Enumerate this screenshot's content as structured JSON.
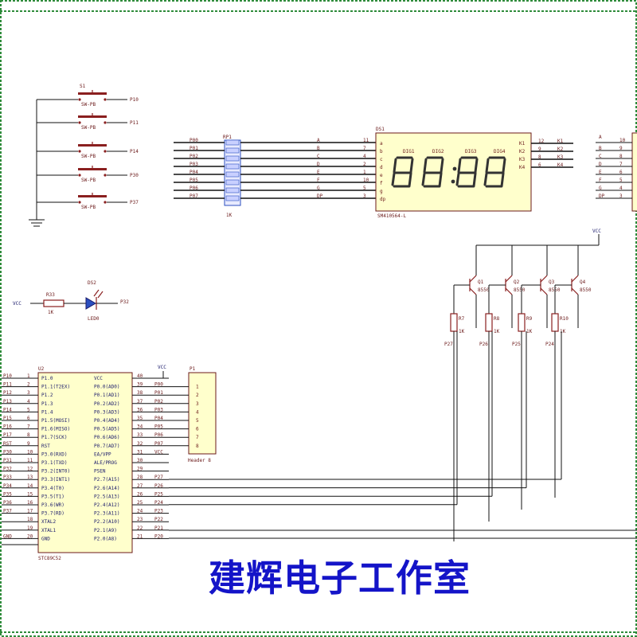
{
  "frame": {
    "border_color": "#2e8b3a",
    "background": "#ffffff"
  },
  "switches": {
    "ref": "S1",
    "pins": [
      "P10",
      "P11",
      "P14",
      "P30",
      "P37"
    ],
    "part": "SW-PB",
    "ground_symbol": "ground-icon"
  },
  "led": {
    "ref": "DS2",
    "part": "LED0",
    "resistor_ref": "R33",
    "resistor_value": "1K",
    "vcc": "VCC",
    "net": "P32"
  },
  "resistor_pack": {
    "ref": "RP1",
    "label_bottom": "1K",
    "left_nets": [
      "P00",
      "P01",
      "P02",
      "P03",
      "P04",
      "P05",
      "P06",
      "P07"
    ],
    "right_labels": [
      "A",
      "B",
      "C",
      "D",
      "E",
      "F",
      "G",
      "DP"
    ],
    "pin_numbers": [
      "11",
      "7",
      "4",
      "2",
      "1",
      "10",
      "5",
      "3"
    ]
  },
  "display": {
    "ref": "DS1",
    "part": "SM410564-L",
    "digits_text": "88:88",
    "dig_labels": [
      "DIG1",
      "DIG2",
      "DIG3",
      "DIG4"
    ],
    "left_pins": [
      "a",
      "b",
      "c",
      "d",
      "e",
      "f",
      "g",
      "dp"
    ],
    "right_pins": [
      "K1",
      "K2",
      "K3",
      "K4"
    ],
    "right_pin_numbers": [
      "12",
      "9",
      "8",
      "6"
    ],
    "right_nets": [
      "K1",
      "K2",
      "K3",
      "K4"
    ],
    "color": "#ffffcc"
  },
  "right_header": {
    "labels": [
      "A",
      "B",
      "C",
      "D",
      "E",
      "F",
      "G",
      "DP"
    ],
    "numbers": [
      "10",
      "9",
      "8",
      "7",
      "6",
      "5",
      "4",
      "3"
    ]
  },
  "transistors": {
    "vcc": "VCC",
    "refs": [
      "Q1",
      "Q2",
      "Q3",
      "Q4"
    ],
    "part": "8550",
    "resistors": [
      "R7",
      "R8",
      "R9",
      "R10"
    ],
    "resistor_value": "1K",
    "nets": [
      "P27",
      "P26",
      "P25",
      "P24"
    ]
  },
  "mcu": {
    "ref": "U2",
    "part": "STC89C52",
    "vcc": "VCC",
    "left_nets": [
      "P10",
      "P11",
      "P12",
      "P13",
      "P14",
      "P15",
      "P16",
      "P17",
      "RST",
      "P30",
      "P31",
      "P32",
      "P33",
      "P34",
      "P35",
      "P36",
      "P37",
      "",
      "",
      "GND"
    ],
    "left_pin_numbers": [
      "1",
      "2",
      "3",
      "4",
      "5",
      "6",
      "7",
      "8",
      "9",
      "10",
      "11",
      "12",
      "13",
      "14",
      "15",
      "16",
      "17",
      "18",
      "19",
      "20"
    ],
    "left_pin_names": [
      "P1.0",
      "P1.1(T2EX)",
      "P1.2",
      "P1.3",
      "P1.4",
      "P1.5(MOSI)",
      "P1.6(MISO)",
      "P1.7(SCK)",
      "RST",
      "P3.0(RXD)",
      "P3.1(TXD)",
      "P3.2(INT0)",
      "P3.3(INT1)",
      "P3.4(T0)",
      "P3.5(T1)",
      "P3.6(WR)",
      "P3.7(RD)",
      "XTAL2",
      "XTAL1",
      "GND"
    ],
    "right_pin_names": [
      "VCC",
      "P0.0(AD0)",
      "P0.1(AD1)",
      "P0.2(AD2)",
      "P0.3(AD3)",
      "P0.4(AD4)",
      "P0.5(AD5)",
      "P0.6(AD6)",
      "P0.7(AD7)",
      "EA/VPP",
      "ALE/PROG",
      "PSEN",
      "P2.7(A15)",
      "P2.6(A14)",
      "P2.5(A13)",
      "P2.4(A12)",
      "P2.3(A11)",
      "P2.2(A10)",
      "P2.1(A9)",
      "P2.0(A8)"
    ],
    "right_pin_numbers": [
      "40",
      "39",
      "38",
      "37",
      "36",
      "35",
      "34",
      "33",
      "32",
      "31",
      "30",
      "29",
      "28",
      "27",
      "26",
      "25",
      "24",
      "23",
      "22",
      "21"
    ],
    "right_nets": [
      "",
      "P00",
      "P01",
      "P02",
      "P03",
      "P04",
      "P05",
      "P06",
      "P07",
      "VCC",
      "",
      "",
      "P27",
      "P26",
      "P25",
      "P24",
      "P23",
      "P22",
      "P21",
      "P20"
    ]
  },
  "header_p1": {
    "ref": "P1",
    "numbers": [
      "1",
      "2",
      "3",
      "4",
      "5",
      "6",
      "7",
      "8"
    ],
    "part": "Header 8"
  },
  "studio_title": "建辉电子工作室"
}
